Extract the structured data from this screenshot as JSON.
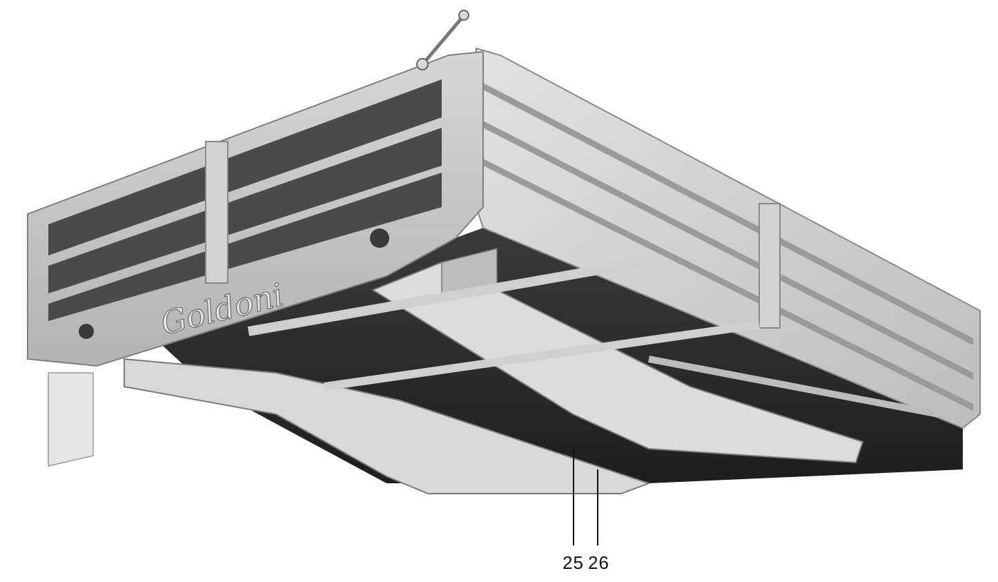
{
  "figure": {
    "brand_logo": "Goldoni",
    "callouts": [
      {
        "number": "25"
      },
      {
        "number": "26"
      }
    ]
  },
  "colors": {
    "background": "#ffffff",
    "panel_light": "#c9c9c9",
    "panel_dark": "#4a4a4a",
    "frame": "#dedede",
    "shadow": "#2b2b2b"
  }
}
